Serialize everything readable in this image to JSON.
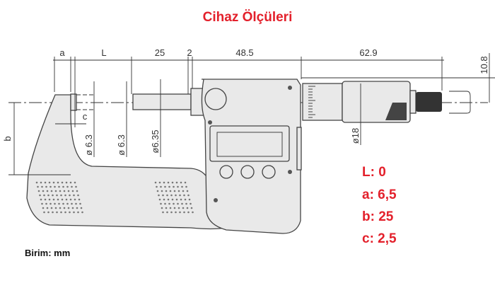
{
  "title": "Cihaz Ölçüleri",
  "dimensions": {
    "a": "a",
    "L": "L",
    "d25": "25",
    "d2": "2",
    "d48_5": "48.5",
    "d62_9": "62.9",
    "d10_8": "10.8",
    "b": "b",
    "c": "c",
    "dia1": "ø 6.3",
    "dia2": "ø 6.3",
    "dia3": "ø6.35",
    "dia4": "ø18"
  },
  "specs": [
    {
      "text": "L: 0"
    },
    {
      "text": "a: 6,5"
    },
    {
      "text": "b: 25"
    },
    {
      "text": "c: 2,5"
    }
  ],
  "unit": "Birim: mm",
  "colors": {
    "accent": "#e3202b"
  }
}
